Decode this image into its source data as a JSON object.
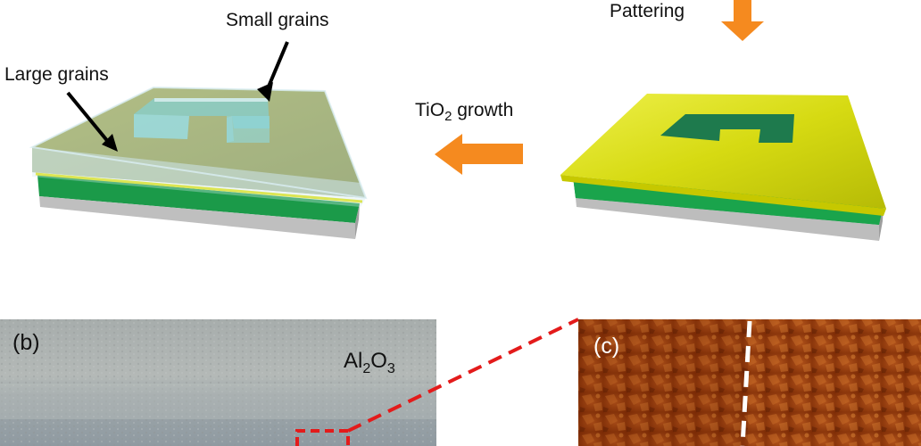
{
  "labels": {
    "pattering": "Pattering",
    "small_grains": "Small grains",
    "large_grains": "Large grains",
    "tio2_prefix": "TiO",
    "tio2_sub": "2",
    "tio2_suffix": " growth",
    "panel_b": "(b)",
    "al": "Al",
    "al_sub": "2",
    "o": "O",
    "o_sub": "3",
    "panel_c": "(c)"
  },
  "colors": {
    "arrow_orange": "#f58a1f",
    "substrate_green": "#16a24a",
    "substrate_gray": "#bdbdbd",
    "film_yellow": "#d8dc0c",
    "pattern_green": "#1f7a4a",
    "tio2_layer": "#b9dbe4",
    "micrograph_gray": "#a5aaa8",
    "afm_brown": "#9a3f0c",
    "zoom_red": "#e31b1b"
  }
}
